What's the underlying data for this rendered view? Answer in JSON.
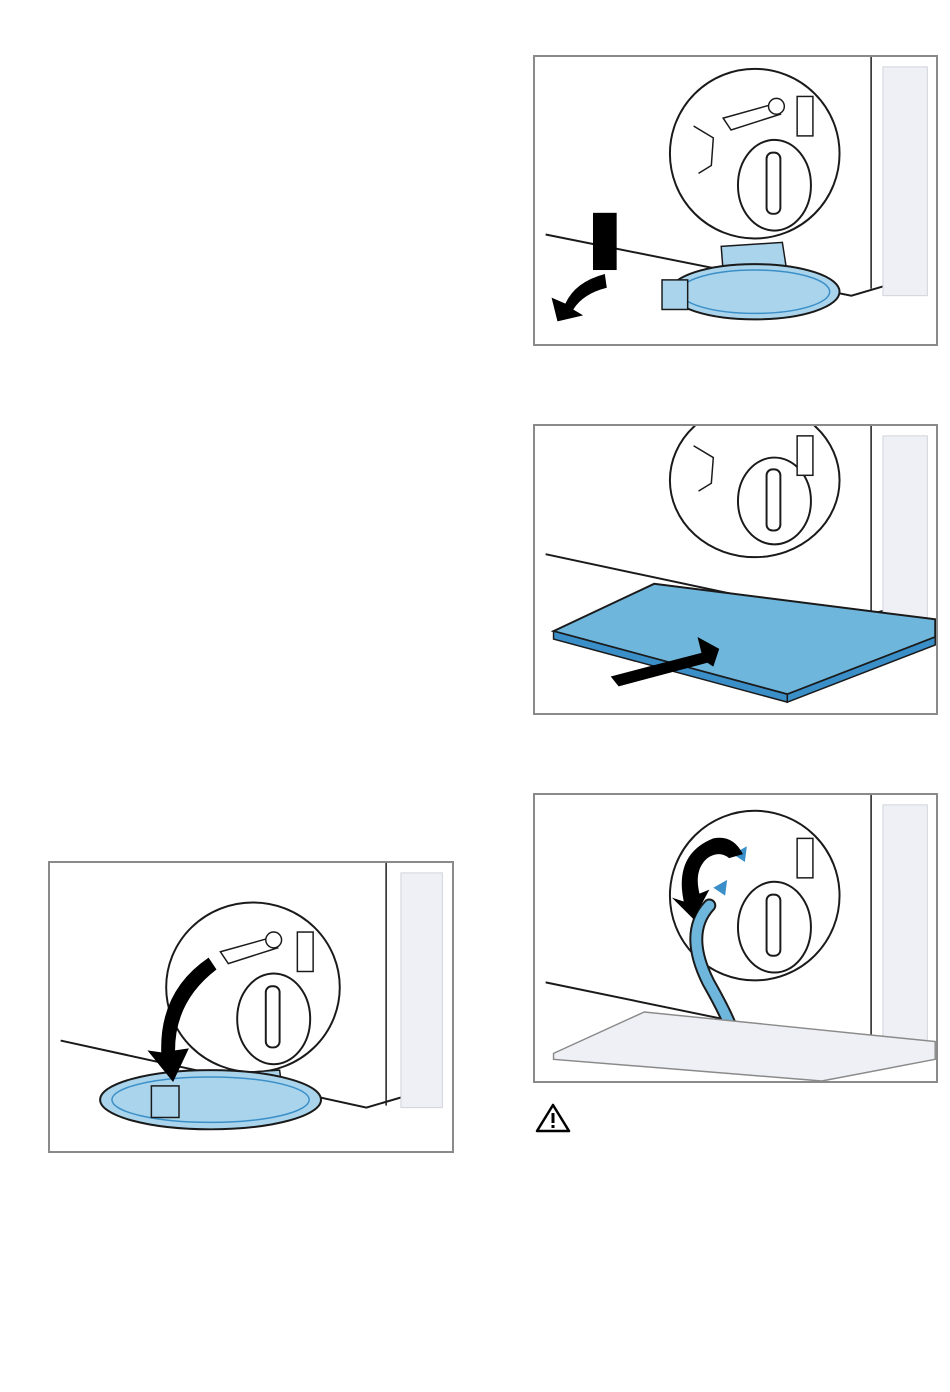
{
  "page": {
    "figures": [
      {
        "id": "fig1",
        "icon": "open-flap-illustration"
      },
      {
        "id": "fig2",
        "icon": "insert-tray-illustration"
      },
      {
        "id": "fig3",
        "icon": "emergency-hose-illustration"
      },
      {
        "id": "fig4",
        "icon": "flap-down-illustration"
      }
    ],
    "warning_icon": "warning-triangle-icon"
  },
  "colors": {
    "outline": "#1a1a1a",
    "blue_fill": "#a9d4ec",
    "blue_dark": "#3b8fc8",
    "tray_blue": "#6fb6dd",
    "panel_grey": "#eef0f5",
    "frame_grey": "#8a8a8a",
    "arrow": "#000000"
  }
}
